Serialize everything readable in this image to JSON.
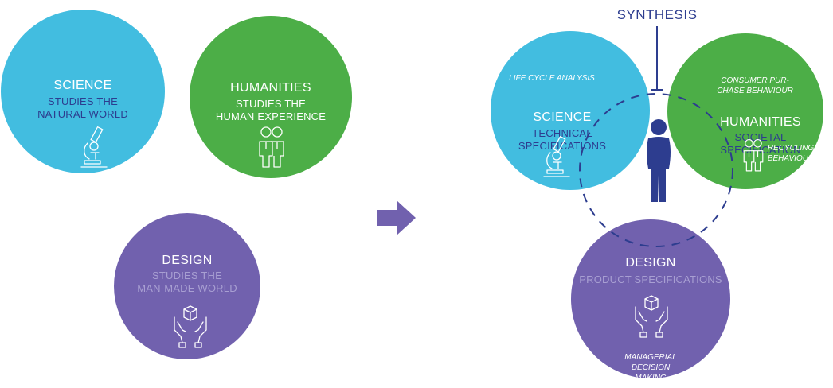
{
  "colors": {
    "science": "#42bde0",
    "humanities": "#4cae47",
    "design": "#7161ae",
    "science_sub": "#2d3d8f",
    "humanities_sub": "#ffffff",
    "design_sub": "#a89fd2",
    "arrow": "#7161ae",
    "synthesis": "#2d3d8f",
    "dashed": "#2d3d8f"
  },
  "left": {
    "science": {
      "title": "SCIENCE",
      "subtitle": "STUDIES THE\nNATURAL WORLD",
      "icon": "microscope-icon"
    },
    "humanities": {
      "title": "HUMANITIES",
      "subtitle": "STUDIES THE\nHUMAN EXPERIENCE",
      "icon": "people-icon"
    },
    "design": {
      "title": "DESIGN",
      "subtitle": "STUDIES THE\nMAN-MADE WORLD",
      "icon": "hands-box-icon"
    }
  },
  "arrow_icon": "right-arrow-icon",
  "right": {
    "synthesis_label": "SYNTHESIS",
    "person_icon": "person-icon",
    "science": {
      "title": "SCIENCE",
      "subtitle": "TECHNICAL\nSPECIFICATIONS",
      "note": "LIFE CYCLE ANALYSIS",
      "icon": "microscope-icon"
    },
    "humanities": {
      "title": "HUMANITIES",
      "subtitle": "SOCIETAL\nSPECIFICATION",
      "note_top": "CONSUMER PUR-\nCHASE BEHAVIOUR",
      "note_side": "RECYCLING\nBEHAVIOUR",
      "icon": "people-icon"
    },
    "design": {
      "title": "DESIGN",
      "subtitle": "PRODUCT SPECIFICATIONS",
      "note": "MANAGERIAL\nDECISION\nMAKING",
      "icon": "hands-box-icon"
    }
  }
}
